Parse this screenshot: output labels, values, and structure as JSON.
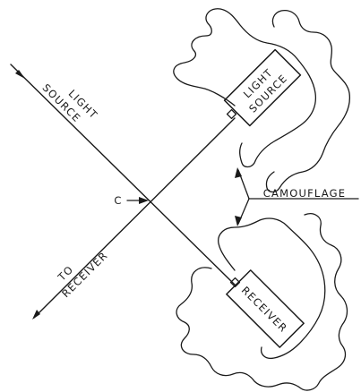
{
  "labels": {
    "light_source_beam": [
      "LIGHT",
      "SOURCE"
    ],
    "light_source_box": [
      "LIGHT",
      "SOURCE"
    ],
    "to_receiver": [
      "TO",
      "RECEIVER"
    ],
    "receiver_box": "RECEIVER",
    "camouflage": "CAMOUFLAGE",
    "crossing_point": "C"
  }
}
